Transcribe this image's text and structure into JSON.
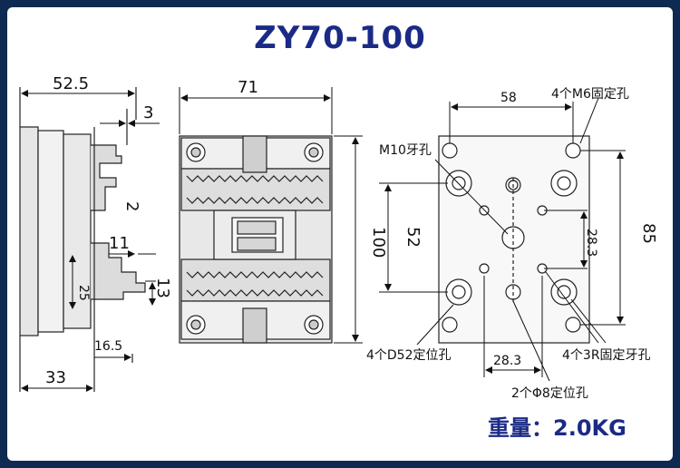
{
  "title": "ZY70-100",
  "side_view": {
    "dim_top": "52.5",
    "dim_small_top": "3",
    "dim_2": "2",
    "dim_11": "11",
    "dim_25": "25",
    "dim_13": "13",
    "dim_16_5": "16.5",
    "dim_bottom": "33"
  },
  "front_view": {
    "dim_width": "71",
    "dim_height": "100"
  },
  "bottom_view": {
    "dim_58": "58",
    "dim_52": "52",
    "dim_28_3_v": "28.3",
    "dim_85": "85",
    "dim_28_3_h": "28.3",
    "m6_label": "4个M6固定孔",
    "m10_label": "M10牙孔",
    "d52_label": "4个D52定位孔",
    "r3_label": "4个3R固定牙孔",
    "phi8_label": "2个Φ8定位孔"
  },
  "weight": "重量：2.0KG"
}
